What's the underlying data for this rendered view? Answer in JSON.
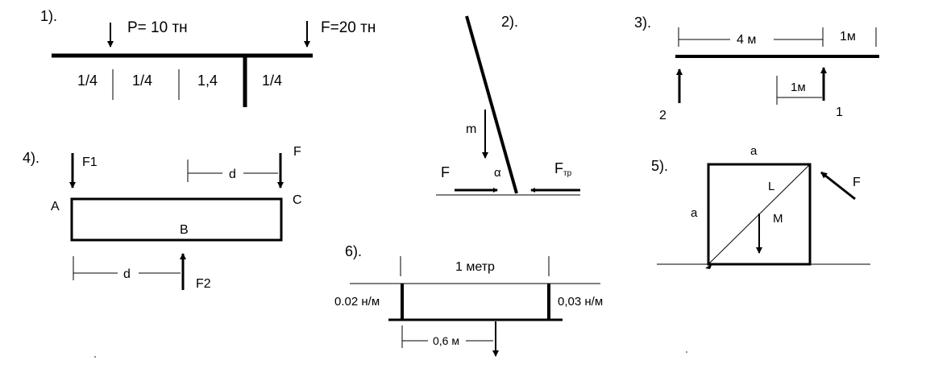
{
  "problem1": {
    "number": "1).",
    "force_p": "P= 10 тн",
    "force_f": "F=20 тн",
    "seg1": "1/4",
    "seg2": "1/4",
    "seg3": "1,4",
    "seg4": "1/4"
  },
  "problem2": {
    "number": "2).",
    "mass": "m",
    "force_f": "F",
    "angle": "α",
    "friction_main": "F",
    "friction_sub": "тр"
  },
  "problem3": {
    "number": "3).",
    "dim_4m": "4 м",
    "dim_1m_top": "1м",
    "dim_1m_low": "1м",
    "support_2": "2",
    "support_1": "1"
  },
  "problem4": {
    "number": "4).",
    "force_f1": "F1",
    "force_f": "F",
    "dim_d_top": "d",
    "point_a": "A",
    "point_b": "B",
    "point_c": "C",
    "dim_d_bottom": "d",
    "force_f2": "F2"
  },
  "problem5": {
    "number": "5).",
    "side_top": "a",
    "side_left": "a",
    "length_l": "L",
    "mass_m": "M",
    "force_f": "F"
  },
  "problem6": {
    "number": "6).",
    "length": "1  метр",
    "load_left": "0.02 н/м",
    "load_right": "0,03 н/м",
    "dim_06": "0,6 м"
  }
}
